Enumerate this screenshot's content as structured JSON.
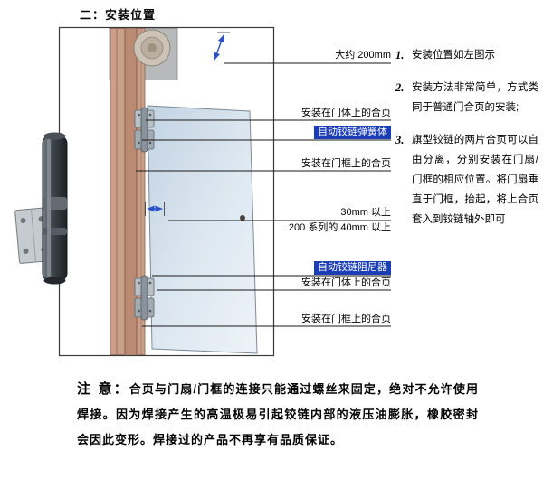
{
  "page": {
    "title": "二：安装位置"
  },
  "diagram": {
    "highlight_color": "#1b3db5",
    "callouts": {
      "approx_200mm": "大约 200mm",
      "hinge_on_door_top": "安装在门体上的合页",
      "spring_body": "自动铰链弹簧体",
      "hinge_on_frame_top": "安装在门框上的合页",
      "gap_30mm": "30mm 以上",
      "gap_40mm_200series": "200 系列的 40mm 以上",
      "damper": "自动铰链阻尼器",
      "hinge_on_door_bottom": "安装在门体上的合页",
      "hinge_on_frame_bottom": "安装在门框上的合页"
    }
  },
  "instructions": {
    "items": [
      {
        "num": "1.",
        "text": "安装位置如左图示"
      },
      {
        "num": "2.",
        "text": "安装方法非常简单，方式类同于普通门合页的安装;"
      },
      {
        "num": "3.",
        "text": "旗型铰链的两片合页可以自由分离，分别安装在门扇/门框的相应位置。将门扇垂直于门框，抬起，将上合页套入到铰链轴外即可"
      }
    ]
  },
  "note": {
    "label": "注 意：",
    "text": "合页与门扇/门框的连接只能通过螺丝来固定，绝对不允许使用焊接。因为焊接产生的高温极易引起铰链内部的液压油膨胀，橡胶密封会因此变形。焊接过的产品不再享有品质保证。"
  }
}
